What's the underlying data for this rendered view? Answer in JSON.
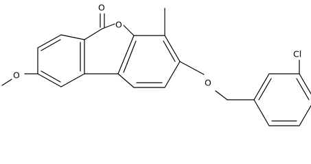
{
  "atoms": {
    "carbonyl_oxygen": "O",
    "ring_oxygen": "O",
    "methyl_group": "",
    "methoxy_oxygen": "O",
    "ether_oxygen": "O",
    "chlorine": "Cl"
  },
  "colors": {
    "bond": "#000000",
    "background": "#ffffff"
  }
}
